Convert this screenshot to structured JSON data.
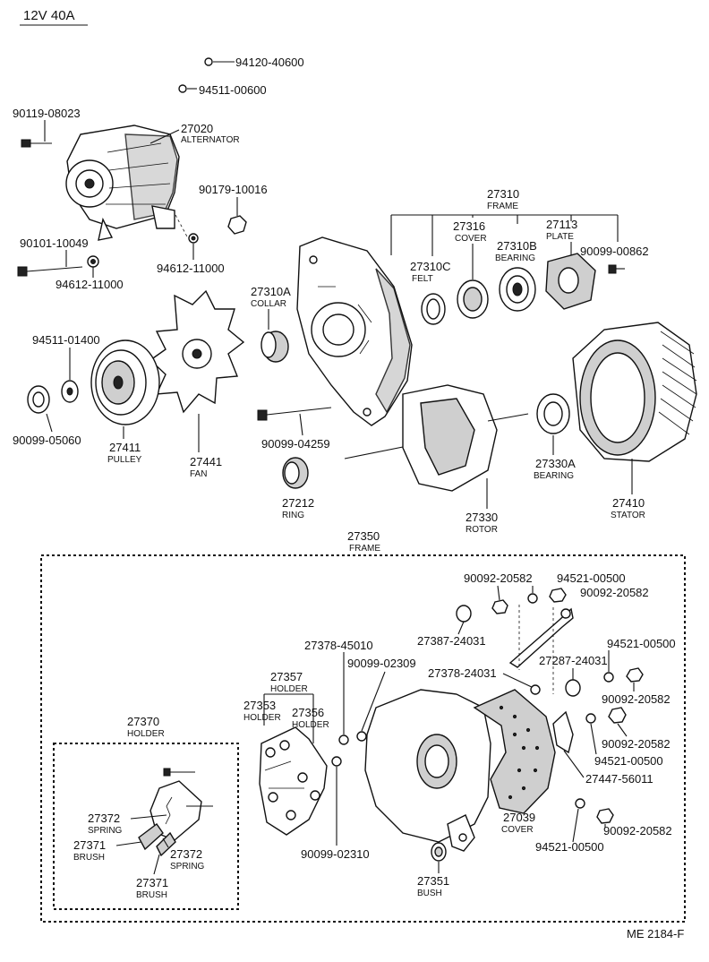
{
  "title": "12V 40A",
  "ref": "ME 2184-F",
  "labels": {
    "p94120": "94120-40600",
    "p94511a": "94511-00600",
    "p90119": "90119-08023",
    "p27020": "27020",
    "p27020n": "ALTERNATOR",
    "p90179": "90179-10016",
    "p90101": "90101-10049",
    "p94612a": "94612-11000",
    "p94612b": "94612-11000",
    "p27310": "27310",
    "p27310n": "FRAME",
    "p27316": "27316",
    "p27316n": "COVER",
    "p27113": "27113",
    "p27113n": "PLATE",
    "p27310B": "27310B",
    "p27310Bn": "BEARING",
    "p90099_00862": "90099-00862",
    "p27310C": "27310C",
    "p27310Cn": "FELT",
    "p27310A": "27310A",
    "p27310An": "COLLAR",
    "p94511b": "94511-01400",
    "p90099_05060": "90099-05060",
    "p27411": "27411",
    "p27411n": "PULLEY",
    "p27441": "27441",
    "p27441n": "FAN",
    "p90099_04259": "90099-04259",
    "p27212": "27212",
    "p27212n": "RING",
    "p27330A": "27330A",
    "p27330An": "BEARING",
    "p27410": "27410",
    "p27410n": "STATOR",
    "p27330": "27330",
    "p27330n": "ROTOR",
    "p27350": "27350",
    "p27350n": "FRAME",
    "p90092a": "90092-20582",
    "p94521a": "94521-00500",
    "p90092b": "90092-20582",
    "p27387": "27387-24031",
    "p27378a": "27378-45010",
    "p90099_02309": "90099-02309",
    "p27357": "27357",
    "p27357n": "HOLDER",
    "p27353": "27353",
    "p27353n": "HOLDER",
    "p27356": "27356",
    "p27356n": "HOLDER",
    "p27378b": "27378-24031",
    "p27287": "27287-24031",
    "p94521b": "94521-00500",
    "p90092c": "90092-20582",
    "p90092d": "90092-20582",
    "p94521c": "94521-00500",
    "p27447": "27447-56011",
    "p27370": "27370",
    "p27370n": "HOLDER",
    "p27372a": "27372",
    "p27372an": "SPRING",
    "p27371a": "27371",
    "p27371an": "BRUSH",
    "p27372b": "27372",
    "p27372bn": "SPRING",
    "p27371b": "27371",
    "p27371bn": "BRUSH",
    "p90099_02310": "90099-02310",
    "p27039": "27039",
    "p27039n": "COVER",
    "p90092e": "90092-20582",
    "p94521d": "94521-00500",
    "p27351": "27351",
    "p27351n": "BUSH"
  }
}
